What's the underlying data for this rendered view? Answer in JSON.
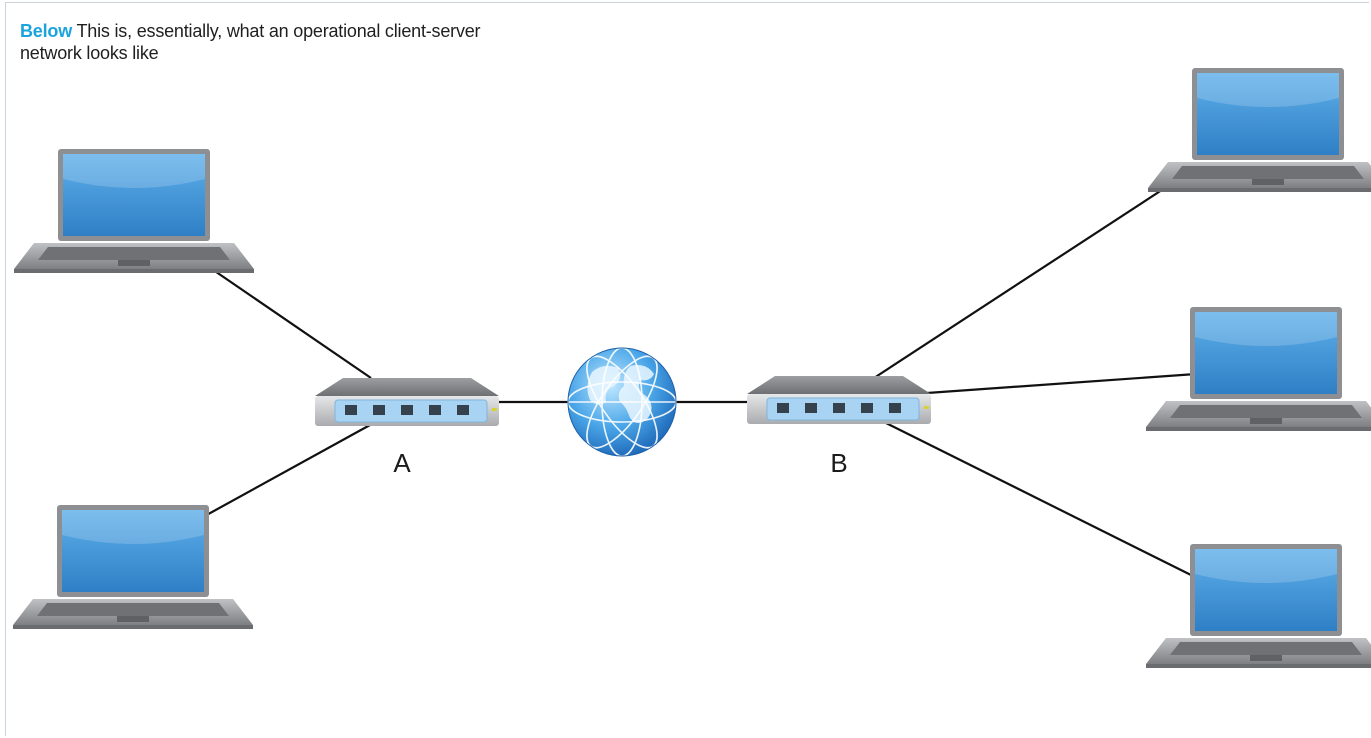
{
  "caption": {
    "lead": "Below",
    "text": "This is, essentially, what an operational client-server network looks like",
    "lead_color": "#1aa3dc"
  },
  "diagram": {
    "hubs": [
      {
        "label": "A"
      },
      {
        "label": "B"
      }
    ],
    "internet": {
      "icon": "globe-icon"
    },
    "clients": {
      "icon": "laptop-icon",
      "count": 5
    },
    "colors": {
      "screen": "#3d8fd3",
      "body": "#8b8d90",
      "link": "#111111"
    }
  }
}
